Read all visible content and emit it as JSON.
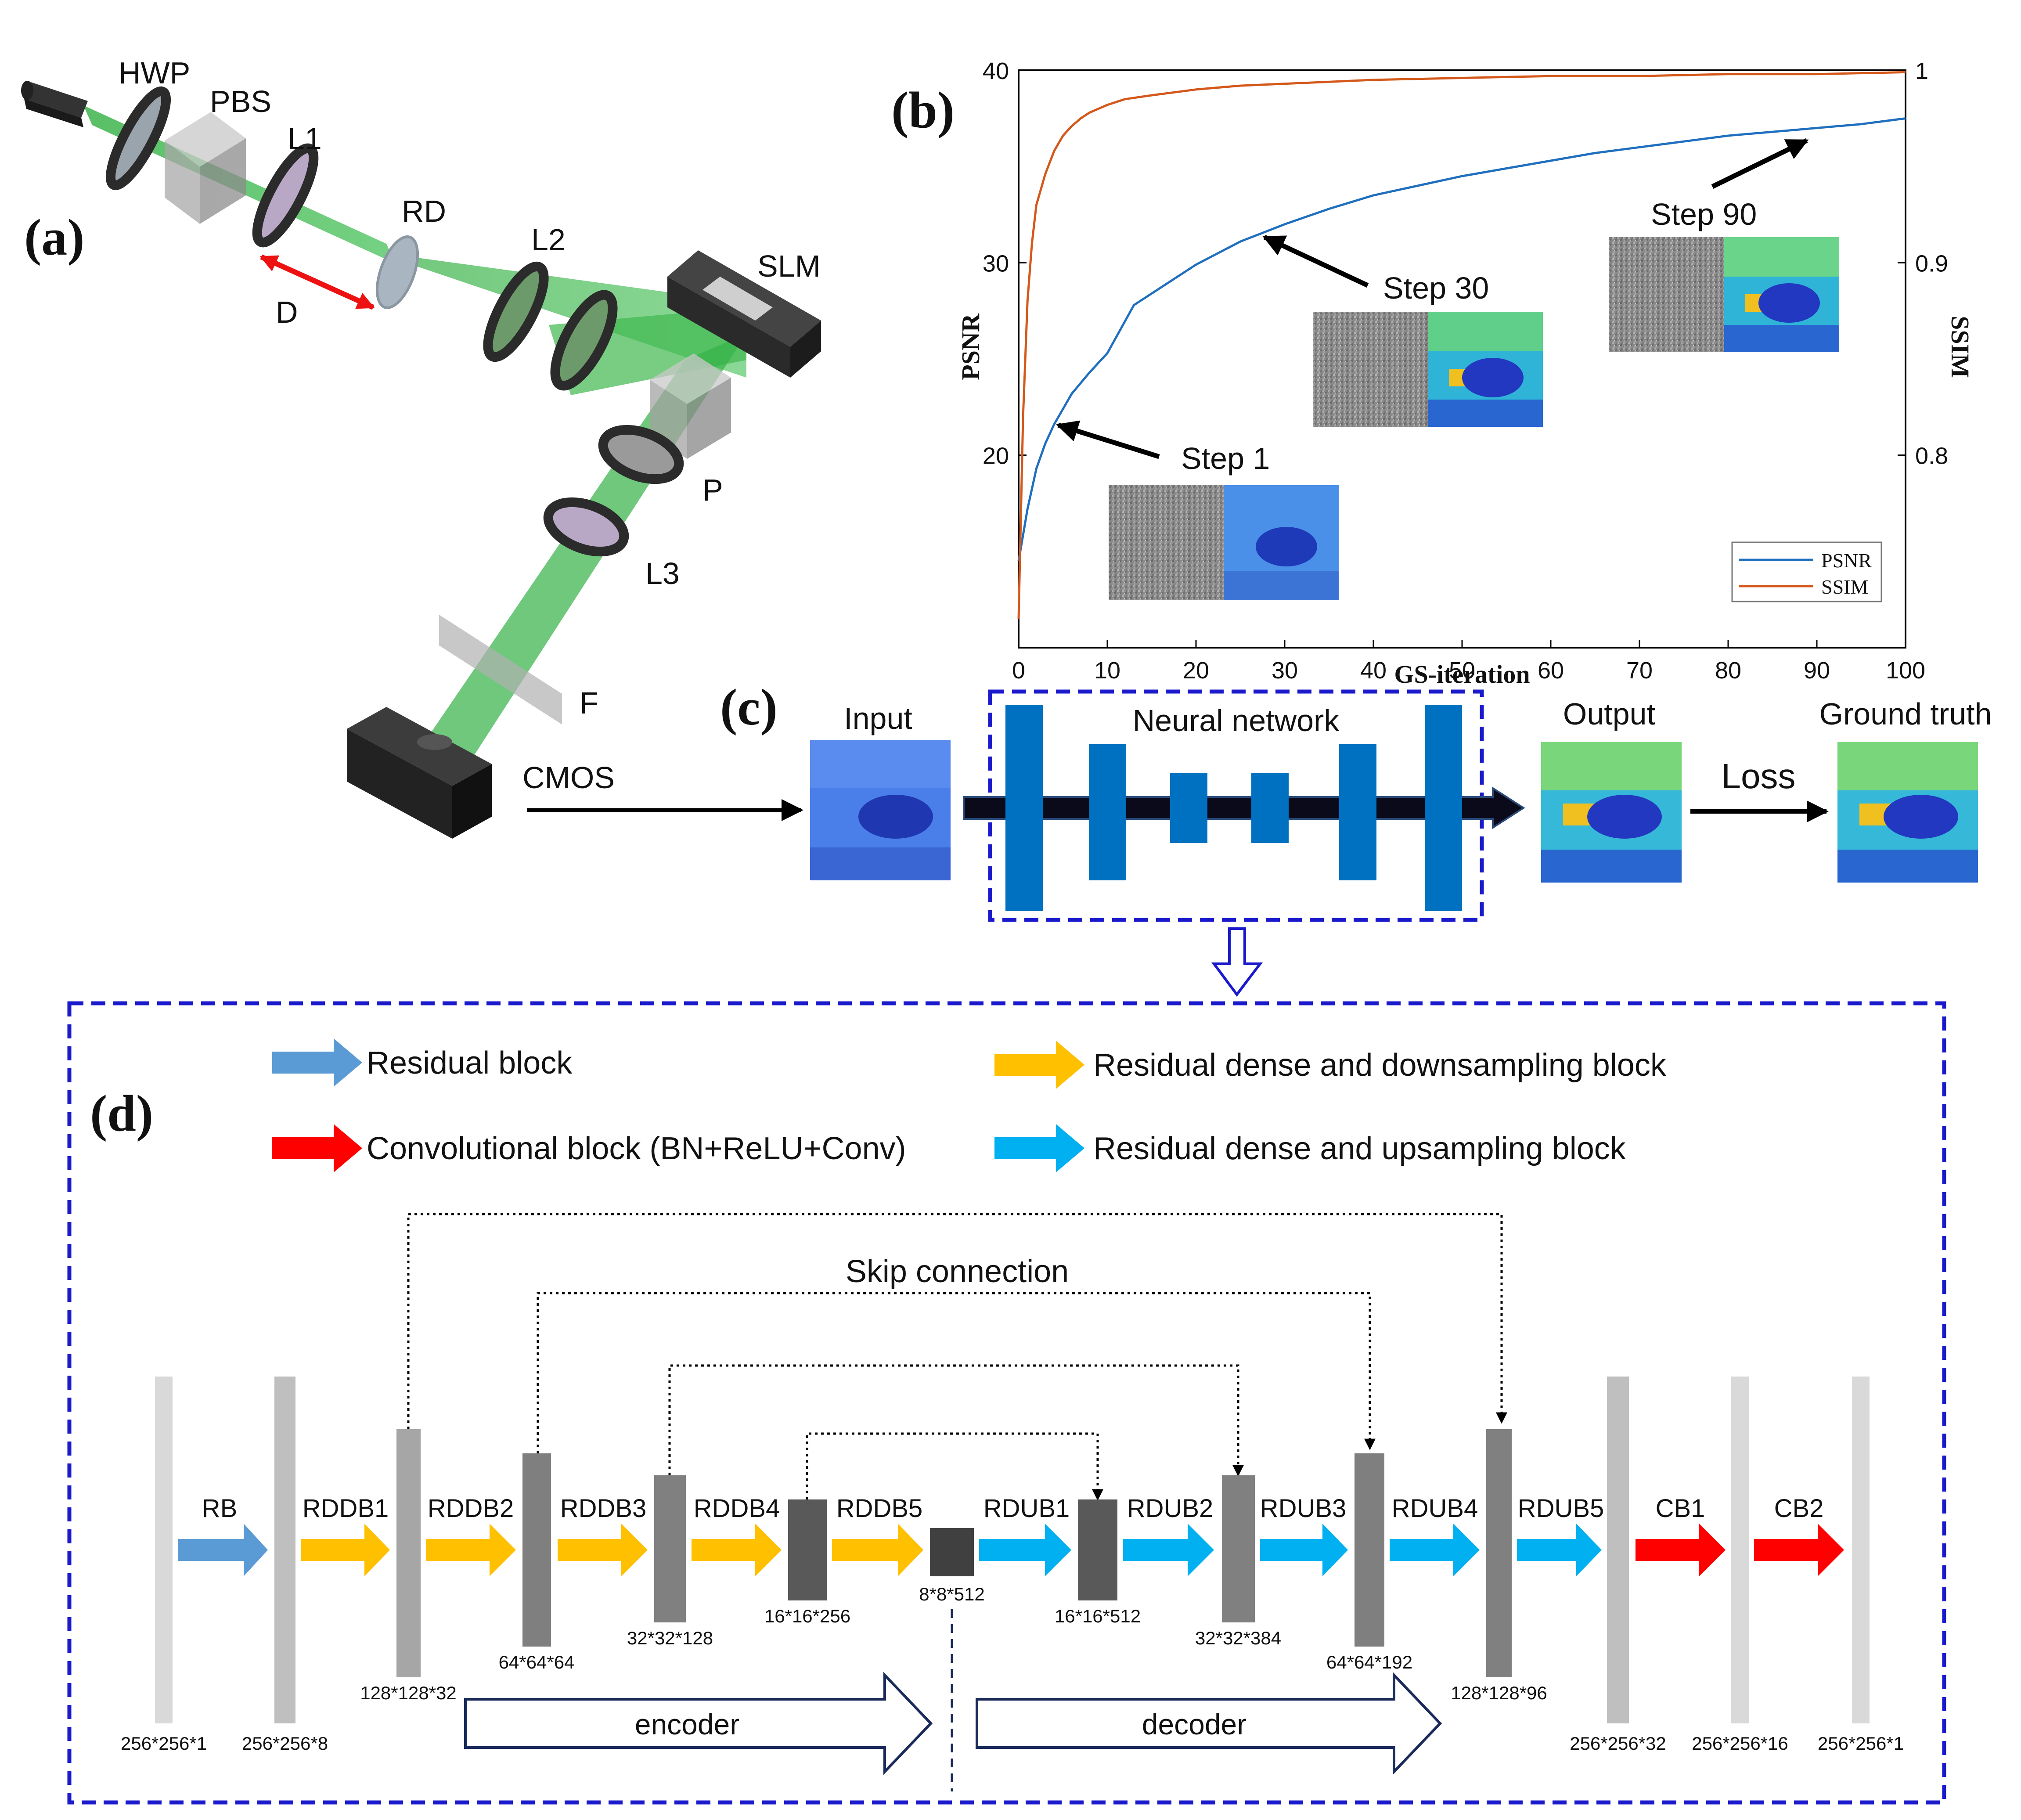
{
  "panel_labels": {
    "a": "(a)",
    "b": "(b)",
    "c": "(c)",
    "d": "(d)"
  },
  "optics": {
    "hwp": "HWP",
    "pbs": "PBS",
    "l1": "L1",
    "rd": "RD",
    "d": "D",
    "l2": "L2",
    "slm": "SLM",
    "p": "P",
    "l3": "L3",
    "f": "F",
    "cmos": "CMOS"
  },
  "chart_data": {
    "type": "line",
    "xlabel": "GS-iteration",
    "ylabel": "PSNR",
    "y2label": "SSIM",
    "xlim": [
      0,
      100
    ],
    "ylim": [
      10,
      40
    ],
    "y2lim": [
      0.7,
      1.0
    ],
    "x_ticks": [
      "0",
      "10",
      "20",
      "30",
      "40",
      "50",
      "60",
      "70",
      "80",
      "90",
      "100"
    ],
    "y_ticks": [
      "20",
      "30",
      "40"
    ],
    "y2_ticks": [
      "0.8",
      "0.9",
      "1"
    ],
    "legend_position": "bottom-right",
    "series": [
      {
        "name": "PSNR",
        "axis": "left",
        "color": "#1f6fbf",
        "x": [
          0,
          1,
          2,
          3,
          4,
          6,
          8,
          10,
          13,
          16,
          20,
          25,
          30,
          35,
          40,
          45,
          50,
          55,
          60,
          65,
          70,
          75,
          80,
          85,
          90,
          95,
          100
        ],
        "y": [
          14.5,
          17.2,
          19.3,
          20.6,
          21.6,
          23.2,
          24.3,
          25.3,
          27.8,
          28.7,
          29.9,
          31.1,
          32.0,
          32.8,
          33.5,
          34.0,
          34.5,
          34.9,
          35.3,
          35.7,
          36.0,
          36.3,
          36.6,
          36.8,
          37.0,
          37.2,
          37.5
        ]
      },
      {
        "name": "SSIM",
        "axis": "right",
        "color": "#d4581a",
        "x": [
          0,
          0.5,
          1,
          1.5,
          2,
          3,
          4,
          5,
          6,
          7,
          8,
          10,
          12,
          15,
          20,
          25,
          30,
          40,
          50,
          60,
          70,
          80,
          90,
          100
        ],
        "y": [
          0.715,
          0.82,
          0.88,
          0.91,
          0.93,
          0.946,
          0.958,
          0.966,
          0.971,
          0.975,
          0.978,
          0.982,
          0.985,
          0.987,
          0.99,
          0.992,
          0.993,
          0.995,
          0.996,
          0.997,
          0.997,
          0.998,
          0.998,
          0.999
        ]
      }
    ],
    "annotations": [
      "Step 1",
      "Step 30",
      "Step 90"
    ]
  },
  "network": {
    "input": "Input",
    "nn": "Neural network",
    "output": "Output",
    "loss": "Loss",
    "ground_truth": "Ground truth"
  },
  "legend": {
    "rb": "Residual block",
    "cb": "Convolutional block (BN+ReLU+Conv)",
    "rddb": "Residual dense and downsampling block",
    "rdub": "Residual dense and upsampling block"
  },
  "arch": {
    "skip": "Skip connection",
    "encoder": "encoder",
    "decoder": "decoder",
    "blocks": [
      "RB",
      "RDDB1",
      "RDDB2",
      "RDDB3",
      "RDDB4",
      "RDDB5",
      "RDUB1",
      "RDUB2",
      "RDUB3",
      "RDUB4",
      "RDUB5",
      "CB1",
      "CB2"
    ],
    "dims": [
      "256*256*1",
      "256*256*8",
      "128*128*32",
      "64*64*64",
      "32*32*128",
      "16*16*256",
      "8*8*512",
      "16*16*512",
      "32*32*384",
      "64*64*192",
      "128*128*96",
      "256*256*32",
      "256*256*16",
      "256*256*1"
    ]
  },
  "colors": {
    "blue_arrow": "#5b9bd5",
    "yellow_arrow": "#ffc000",
    "red_arrow": "#ff0000",
    "cyan_arrow": "#00b0f0",
    "nn_block": "#0070c0",
    "dash_box": "#1a1acc"
  }
}
